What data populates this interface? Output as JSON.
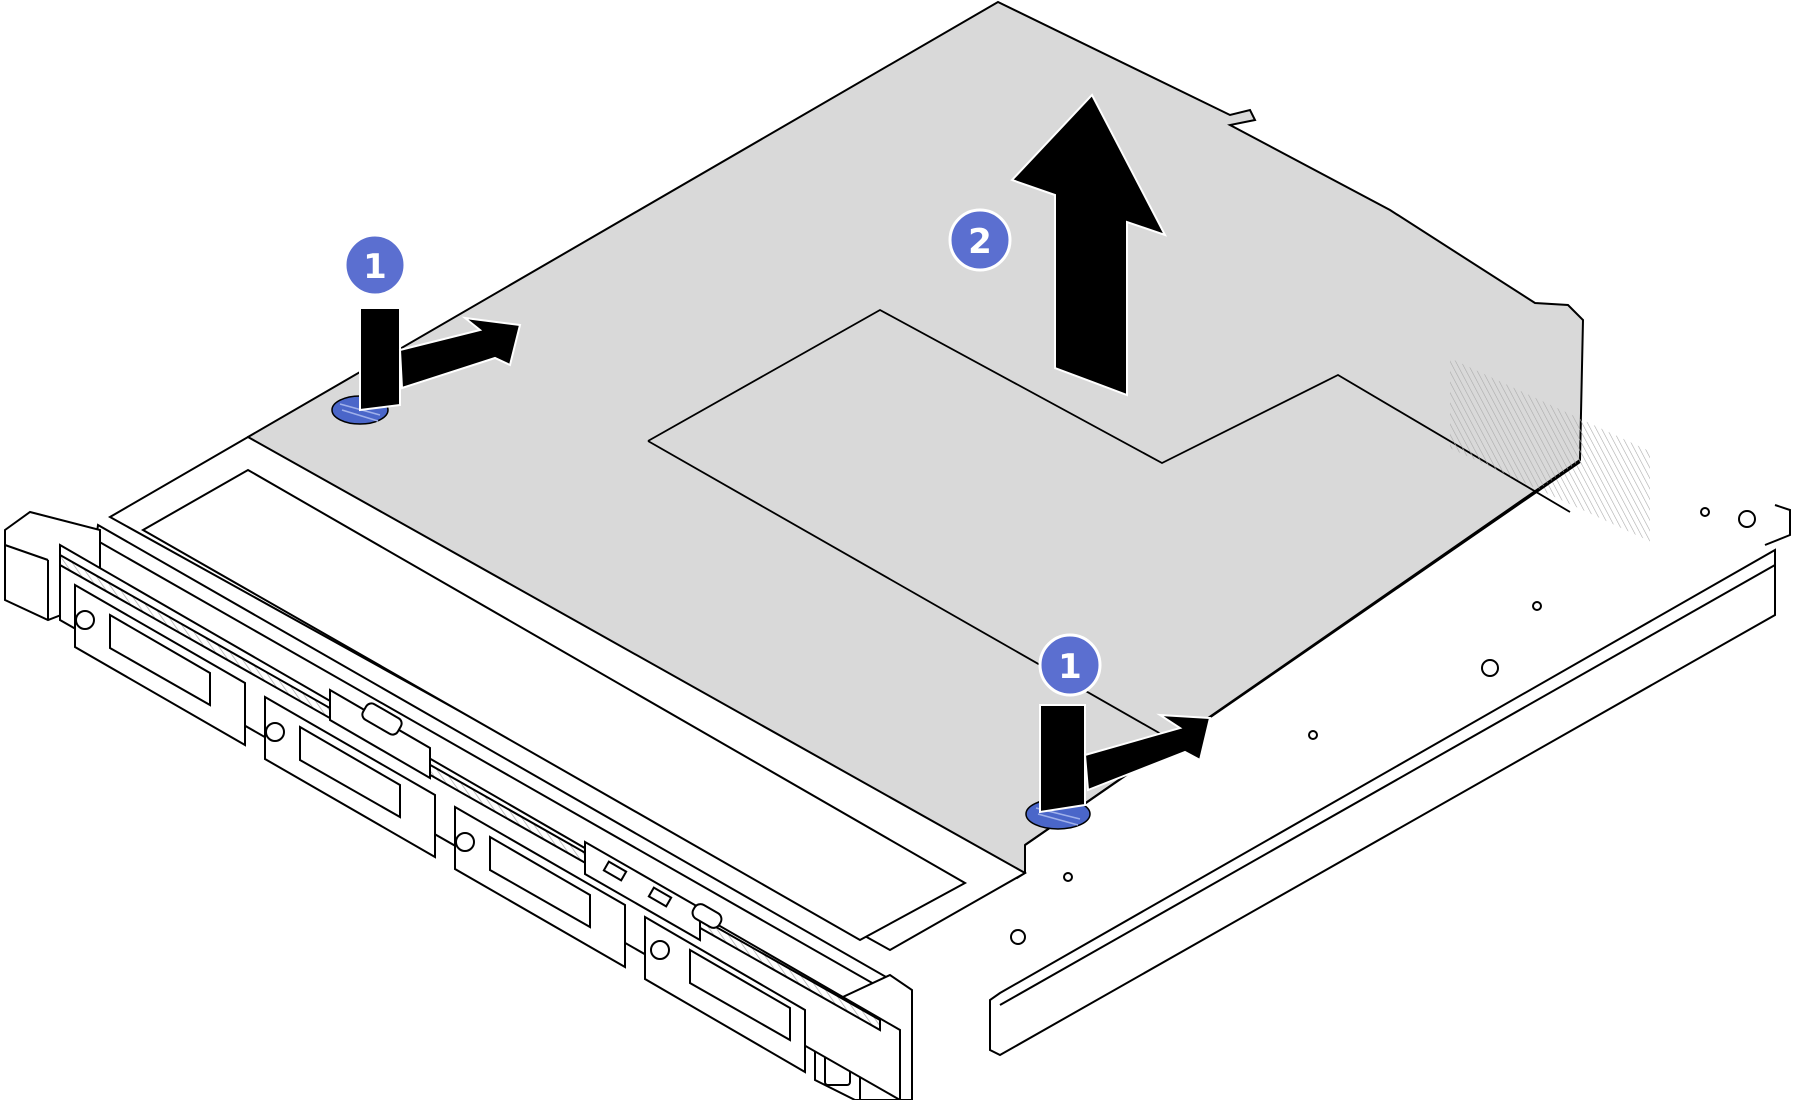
{
  "callouts": [
    {
      "id": "c1a",
      "label": "1",
      "step": "release-latch"
    },
    {
      "id": "c2",
      "label": "2",
      "step": "lift-cover"
    },
    {
      "id": "c1b",
      "label": "1",
      "step": "release-latch"
    }
  ],
  "colors": {
    "cover": "#d9d9d9",
    "chassis": "#ffffff",
    "line": "#000000",
    "callout": "#5b6fd0",
    "latch": "#4a66c9",
    "hatch": "#b5b5b5"
  },
  "icons": [
    "release-latch-arrow",
    "lift-up-arrow",
    "touch-point-latch"
  ]
}
